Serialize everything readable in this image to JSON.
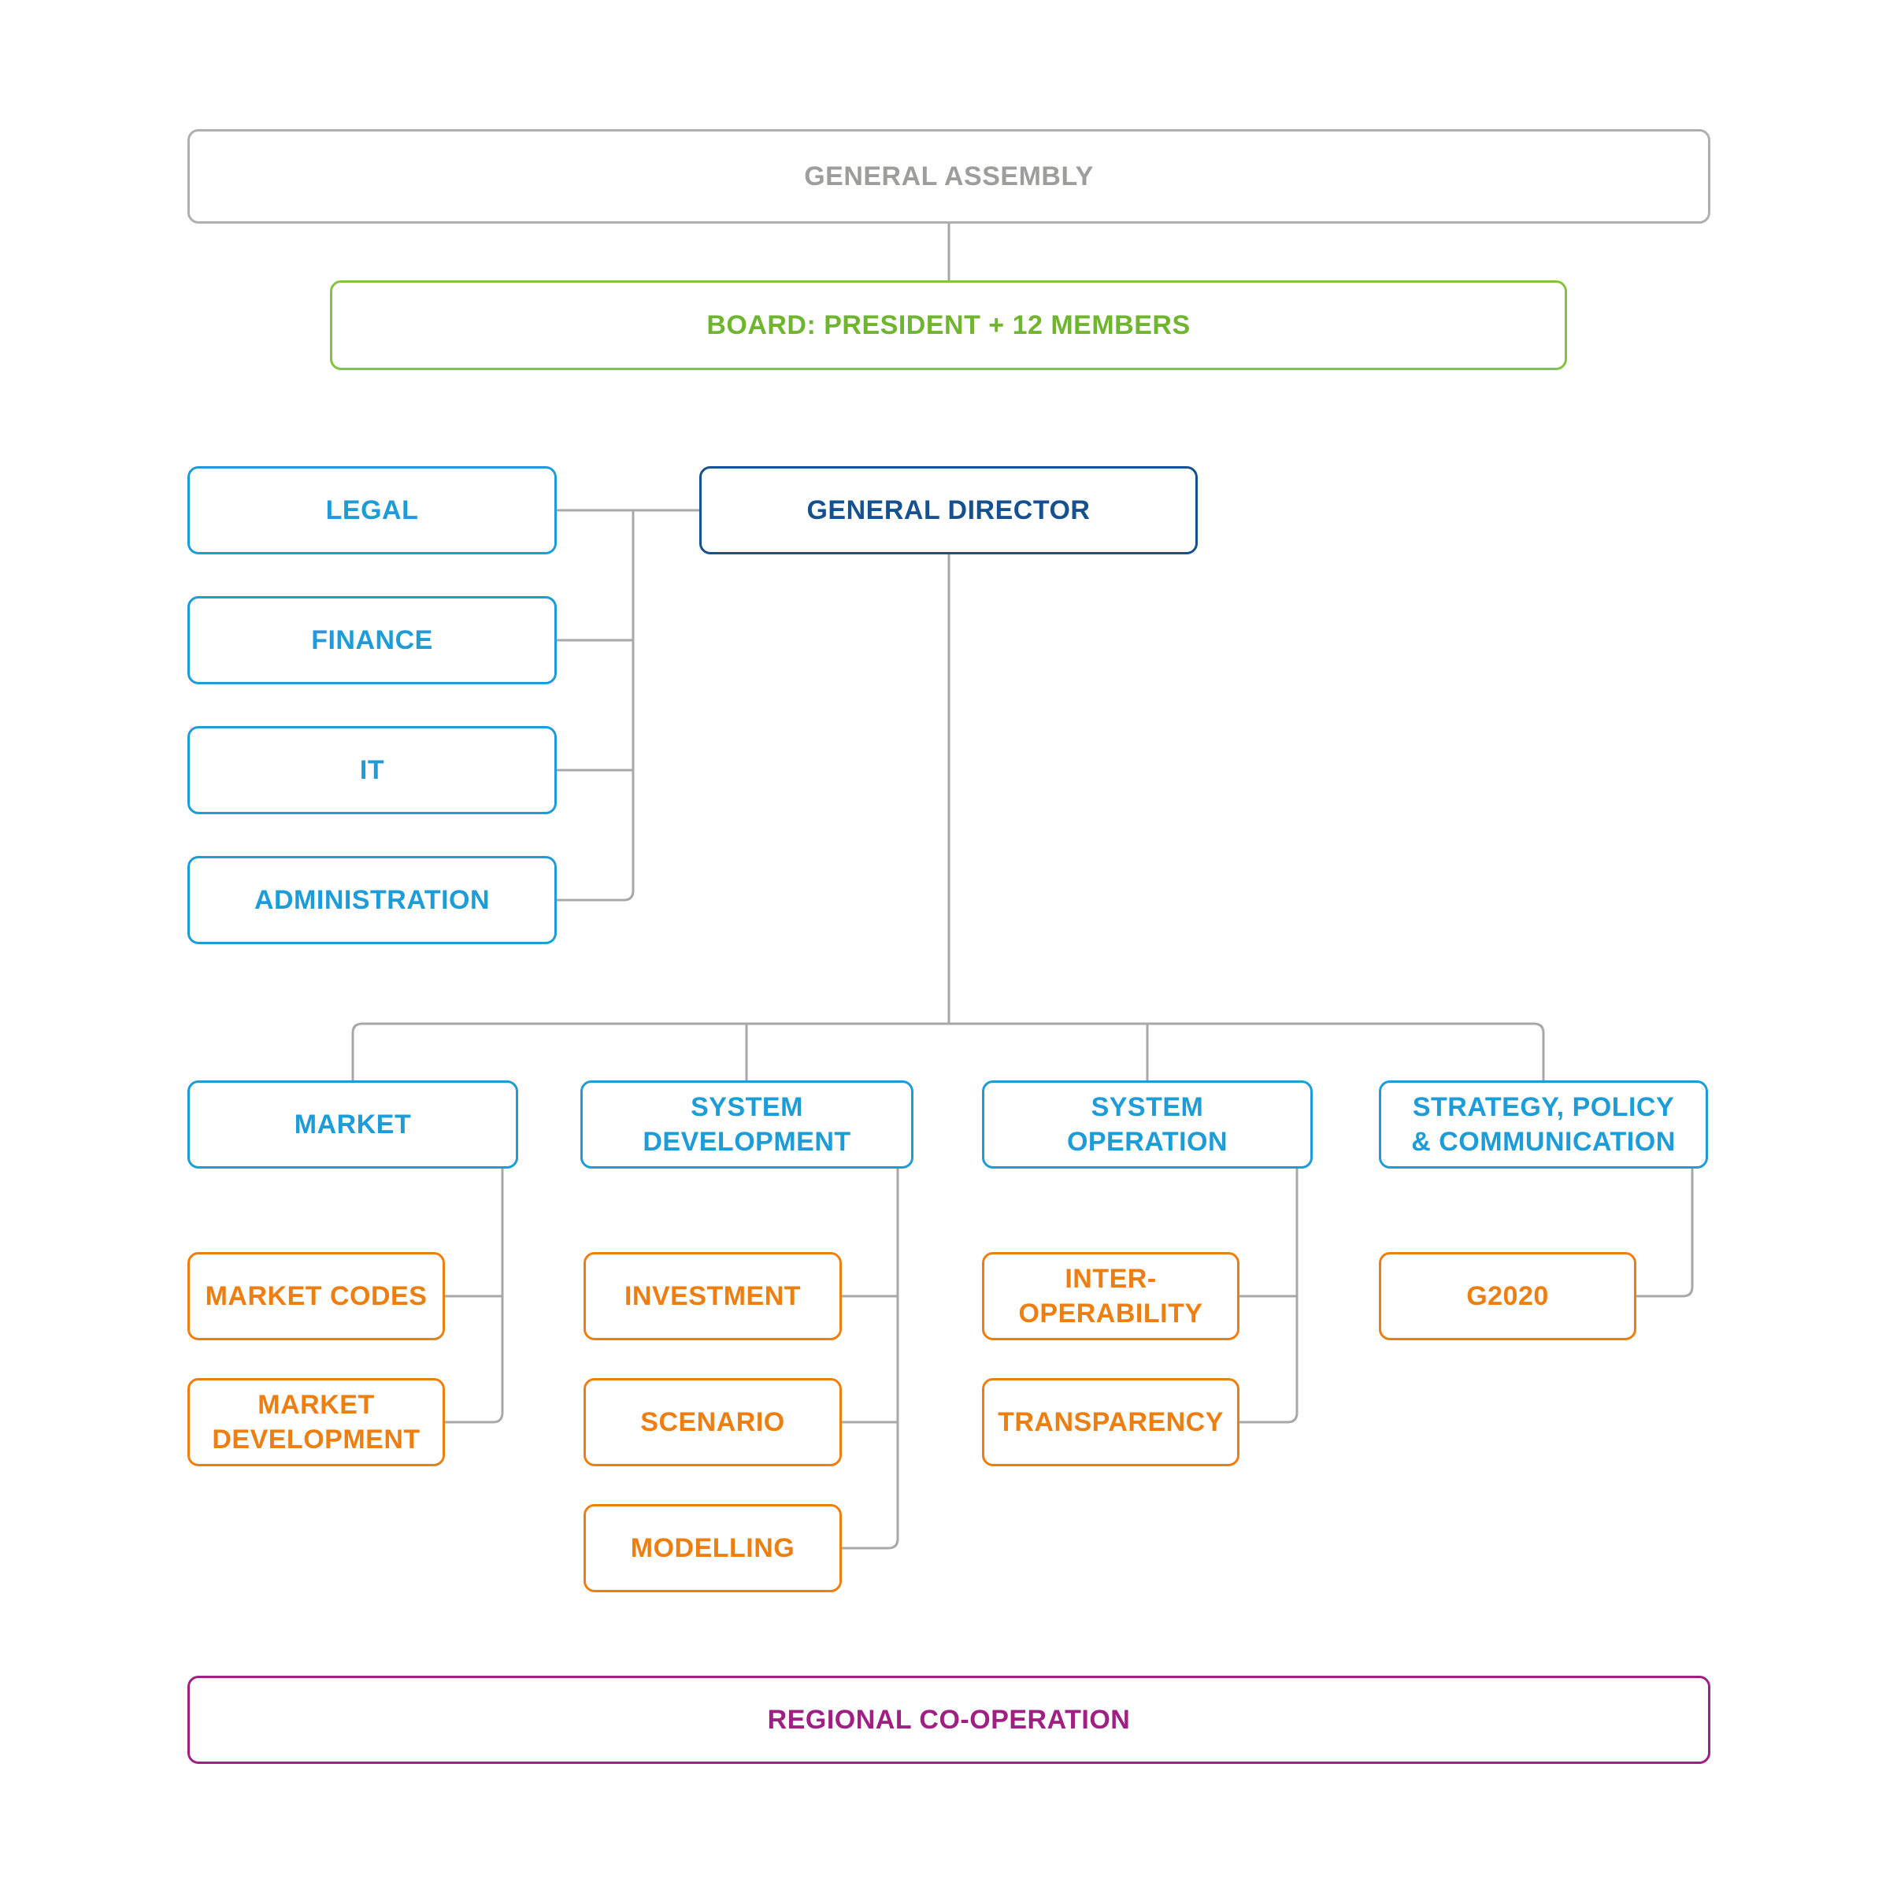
{
  "palette": {
    "gray_text": "#9D9D9C",
    "gray_border": "#AFAFAF",
    "green_text": "#6FB52F",
    "green_border": "#84C341",
    "navy": "#17508F",
    "blue": "#1E9CD8",
    "orange": "#ED7F12",
    "magenta": "#A01F82",
    "connector": "#A8A8A8"
  },
  "org": {
    "general_assembly": {
      "label": "GENERAL ASSEMBLY"
    },
    "board": {
      "label": "BOARD: PRESIDENT + 12 MEMBERS"
    },
    "general_director": {
      "label": "GENERAL DIRECTOR"
    },
    "support_units": [
      {
        "label": "LEGAL"
      },
      {
        "label": "FINANCE"
      },
      {
        "label": "IT"
      },
      {
        "label": "ADMINISTRATION"
      }
    ],
    "departments": [
      {
        "label": "MARKET",
        "teams": [
          {
            "label": "MARKET CODES"
          },
          {
            "label": "MARKET\nDEVELOPMENT"
          }
        ]
      },
      {
        "label": "SYSTEM\nDEVELOPMENT",
        "teams": [
          {
            "label": "INVESTMENT"
          },
          {
            "label": "SCENARIO"
          },
          {
            "label": "MODELLING"
          }
        ]
      },
      {
        "label": "SYSTEM\nOPERATION",
        "teams": [
          {
            "label": "INTER-\nOPERABILITY"
          },
          {
            "label": "TRANSPARENCY"
          }
        ]
      },
      {
        "label": "STRATEGY, POLICY\n& COMMUNICATION",
        "teams": [
          {
            "label": "G2020"
          }
        ]
      }
    ],
    "regional_cooperation": {
      "label": "REGIONAL CO-OPERATION"
    }
  }
}
